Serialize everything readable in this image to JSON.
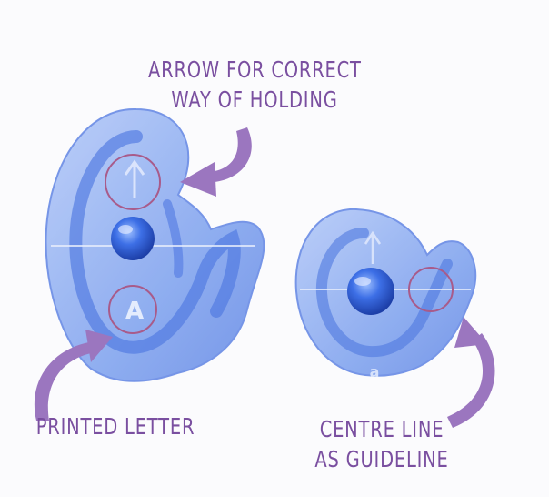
{
  "annotations": {
    "arrow_label": {
      "line1": "ARROW FOR CORRECT",
      "line2": "WAY OF HOLDING"
    },
    "printed_label": {
      "text": "PRINTED LETTER"
    },
    "centre_label": {
      "line1": "CENTRE LINE",
      "line2": "AS GUIDELINE"
    }
  },
  "cutters": {
    "large": {
      "printed_letter": "A"
    },
    "small": {
      "printed_letter": "a"
    }
  },
  "colors": {
    "annotation": "#7a4fa0",
    "arrow": "#9b76bf",
    "circle": "#a85b8a",
    "plastic_light": "#9ab6f4",
    "plastic_dark": "#2f5fdc",
    "background": "#fbfbfd"
  }
}
